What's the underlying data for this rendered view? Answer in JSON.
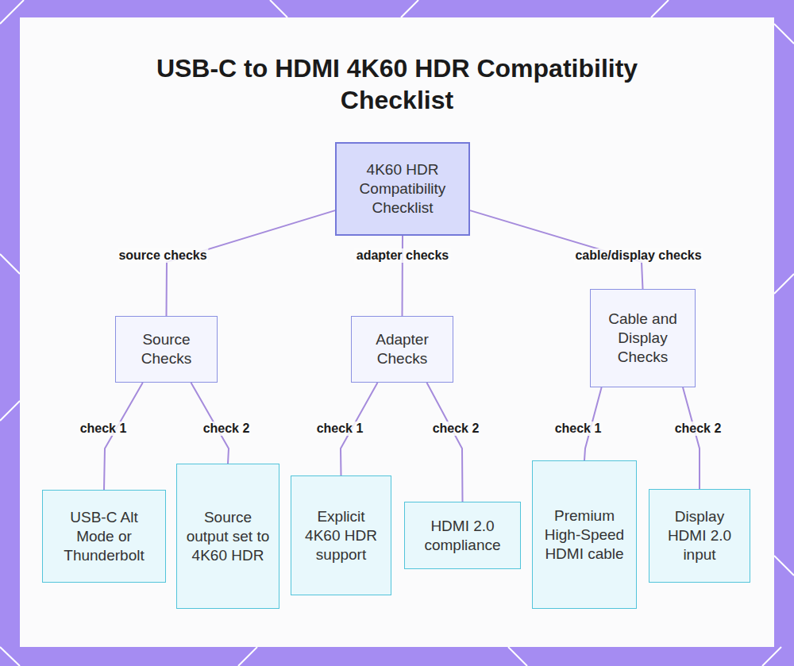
{
  "diagram": {
    "title": "USB-C to HDMI 4K60 HDR Compatibility Checklist",
    "nodes": [
      {
        "text": [
          "4K60 HDR Compatibility Checklist"
        ]
      },
      {
        "text": [
          "Source Checks"
        ]
      },
      {
        "text": [
          "Adapter Checks"
        ]
      },
      {
        "text": [
          "Cable and Display Checks"
        ]
      },
      {
        "text": [
          "USB-C Alt Mode or Thunderbolt"
        ]
      },
      {
        "text": [
          "Source output set to 4K60 HDR"
        ]
      },
      {
        "text": [
          "Explicit 4K60 HDR support"
        ]
      },
      {
        "text": [
          "HDMI 2.0 compliance"
        ]
      },
      {
        "text": [
          "Premium High-Speed HDMI cable"
        ]
      },
      {
        "text": [
          "Display HDMI 2.0 input"
        ]
      }
    ],
    "edges": [
      {
        "from": 0,
        "to": 1,
        "label": "source checks",
        "arrow": "none"
      },
      {
        "from": 0,
        "to": 2,
        "label": "adapter checks",
        "arrow": "none"
      },
      {
        "from": 0,
        "to": 3,
        "label": "cable/display checks",
        "arrow": "none"
      },
      {
        "from": 1,
        "to": 4,
        "label": "check 1",
        "arrow": "none"
      },
      {
        "from": 1,
        "to": 5,
        "label": "check 2",
        "arrow": "none"
      },
      {
        "from": 2,
        "to": 6,
        "label": "check 1",
        "arrow": "none"
      },
      {
        "from": 2,
        "to": 7,
        "label": "check 2",
        "arrow": "none"
      },
      {
        "from": 3,
        "to": 8,
        "label": "check 1",
        "arrow": "none"
      },
      {
        "from": 3,
        "to": 9,
        "label": "check 2",
        "arrow": "none"
      }
    ]
  }
}
